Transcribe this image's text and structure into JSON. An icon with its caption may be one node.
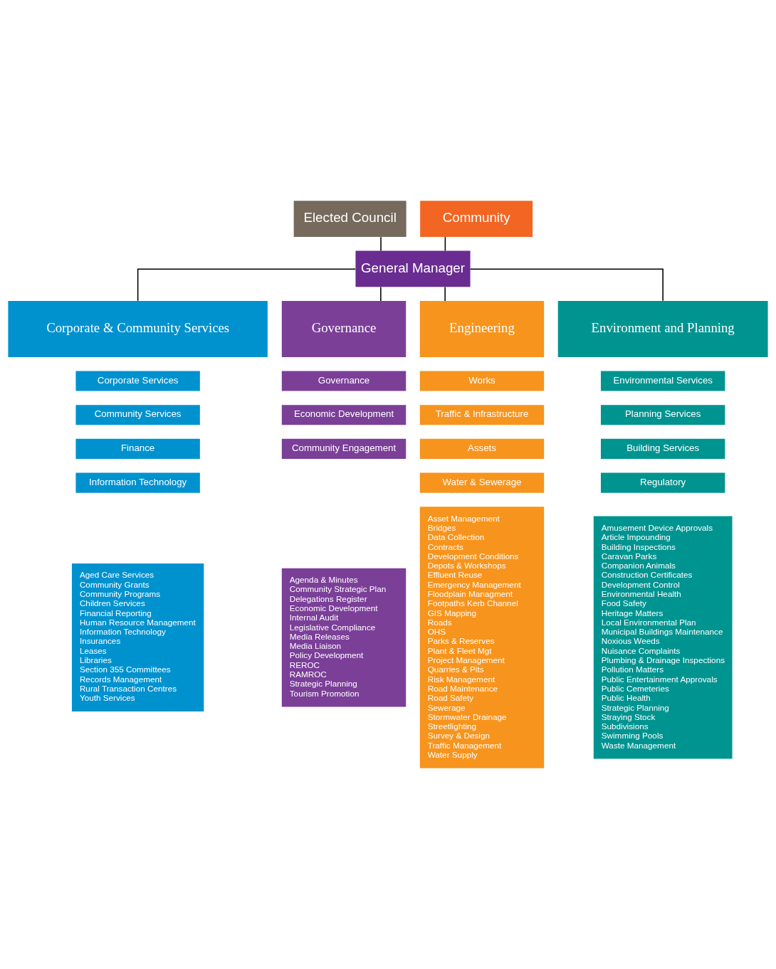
{
  "diagram": {
    "nodes": [
      {
        "text": [
          "Elected Council"
        ]
      },
      {
        "text": [
          "Community"
        ]
      },
      {
        "text": [
          "General Manager"
        ]
      },
      {
        "text": [
          "Corporate & Community Services"
        ]
      },
      {
        "text": [
          "Governance"
        ]
      },
      {
        "text": [
          "Engineering"
        ]
      },
      {
        "text": [
          "Environment and Planning"
        ]
      },
      {
        "text": [
          "Corporate Services"
        ]
      },
      {
        "text": [
          "Governance"
        ]
      },
      {
        "text": [
          "Works"
        ]
      },
      {
        "text": [
          "Environmental Services"
        ]
      },
      {
        "text": [
          "Community Services"
        ]
      },
      {
        "text": [
          "Economic Development"
        ]
      },
      {
        "text": [
          "Traffic & Infrastructure"
        ]
      },
      {
        "text": [
          "Planning Services"
        ]
      },
      {
        "text": [
          "Finance"
        ]
      },
      {
        "text": [
          "Community Engagement"
        ]
      },
      {
        "text": [
          "Assets"
        ]
      },
      {
        "text": [
          "Building Services"
        ]
      },
      {
        "text": [
          "Information Technology"
        ]
      },
      {
        "text": [
          "Water & Sewerage"
        ]
      },
      {
        "text": [
          "Regulatory"
        ]
      },
      {
        "text": [
          "Aged Care Services",
          "Community Grants",
          "Community Programs",
          "Children Services",
          "Financial Reporting",
          "Human Resource Management",
          "Information Technology",
          "Insurances",
          "Leases",
          "Libraries",
          "Section 355 Committees",
          "Records Management",
          "Rural Transaction Centres",
          "Youth Services"
        ]
      },
      {
        "text": [
          "Agenda & Minutes",
          "Community Strategic Plan",
          "Delegations Register",
          "Economic Development",
          "Internal Audit",
          "Legislative Compliance",
          "Media Releases",
          "Media Liaison",
          "Policy Development",
          "REROC",
          "RAMROC",
          "Strategic Planning",
          "Tourism Promotion"
        ]
      },
      {
        "text": [
          "Asset Management",
          "Bridges",
          "Data Collection",
          "Contracts",
          "Development Conditions",
          "Depots & Workshops",
          "Effluent Reuse",
          "Emergency Management",
          "Floodplain Managment",
          "Footpaths Kerb Channel",
          "GIS Mapping",
          "Roads",
          "OHS",
          "Parks & Reserves",
          "Plant & Fleet Mgt",
          "Project Management",
          "Quarries & Pits",
          "Risk Management",
          "Road Maintenance",
          "Road Safety",
          "Sewerage",
          "Stormwater Drainage",
          "Streetlighting",
          "Survey & Design",
          "Traffic Management",
          "Water Supply"
        ]
      },
      {
        "text": [
          "Amusement Device Approvals",
          "Article Impounding",
          "Building Inspections",
          "Caravan Parks",
          "Companion Animals",
          "Construction Certificates",
          "Development Control",
          "Environmental Health",
          "Food Safety",
          "Heritage Matters",
          "Local Environmental Plan",
          "Municipal Buildings Maintenance",
          "Noxious Weeds",
          "Nuisance Complaints",
          "Plumbing & Drainage Inspections",
          "Pollution Matters",
          "Public Entertainment Approvals",
          "Public Cemeteries",
          "Public Health",
          "Strategic Planning",
          "Straying Stock",
          "Subdivisions",
          "Swimming Pools",
          "Waste Management"
        ]
      }
    ],
    "edges": [
      {
        "from": 0,
        "to": 2,
        "arrow": "none"
      },
      {
        "from": 1,
        "to": 2,
        "arrow": "none"
      },
      {
        "from": 2,
        "to": 3,
        "arrow": "none"
      },
      {
        "from": 2,
        "to": 4,
        "arrow": "none"
      },
      {
        "from": 2,
        "to": 5,
        "arrow": "none"
      },
      {
        "from": 2,
        "to": 6,
        "arrow": "none"
      }
    ]
  }
}
